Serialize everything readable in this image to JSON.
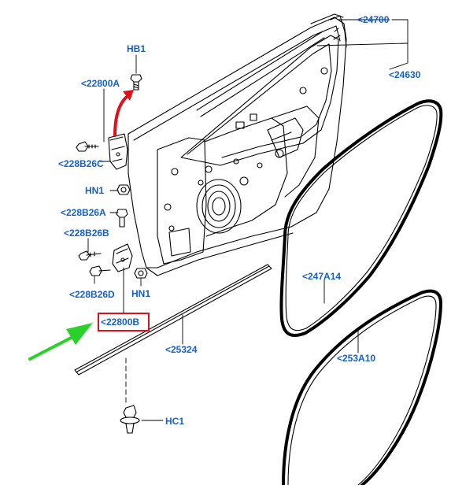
{
  "colors": {
    "label": "#1560c8",
    "line": "#000000",
    "highlight_box": "#e0101a",
    "red_arrow": "#e0101a",
    "green_arrow": "#2bd12b"
  },
  "labels": {
    "hb1": "HB1",
    "p22800a": "<22800A",
    "p24700": "<24700",
    "p24630": "<24630",
    "p228b26c": "<228B26C",
    "hn1_top": "HN1",
    "p228b26a": "<228B26A",
    "p228b26b": "<228B26B",
    "p228b26d": "<228B26D",
    "hn1_bottom": "HN1",
    "p22800b": "<22800B",
    "p247a14": "<247A14",
    "p25324": "<25324",
    "p253a10": "<253A10",
    "hc1": "HC1"
  },
  "highlighted_part": "<22800B",
  "icons": {
    "red_arrow": "red-curved-arrow-icon",
    "green_arrow": "green-pointer-arrow-icon"
  }
}
